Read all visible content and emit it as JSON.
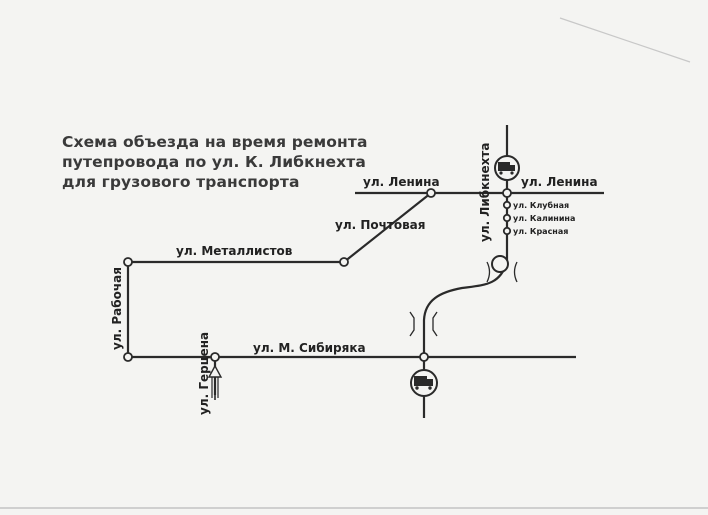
{
  "title": {
    "line1": "Схема объезда на время ремонта",
    "line2": "путепровода по ул. К. Либкнехта",
    "line3": "для грузового транспорта"
  },
  "streets": {
    "lenina_left": "ул. Ленина",
    "lenina_right": "ул. Ленина",
    "liebknecht": "ул. Либкнехта",
    "pochtovaya": "ул. Почтовая",
    "metallistov": "ул. Металлистов",
    "rabochaya": "ул. Рабочая",
    "m_sibiryaka": "ул. М. Сибиряка",
    "gertsena": "ул. Герцена",
    "klubnaya": "ул. Клубная",
    "kalinina": "ул. Калинина",
    "krasnaya": "ул. Красная"
  },
  "icons": {
    "truck_top": "truck-icon",
    "truck_bottom": "truck-icon",
    "direction": "arrow-up-icon"
  },
  "colors": {
    "ink": "#2a2a2a",
    "paper": "#f4f4f2"
  }
}
